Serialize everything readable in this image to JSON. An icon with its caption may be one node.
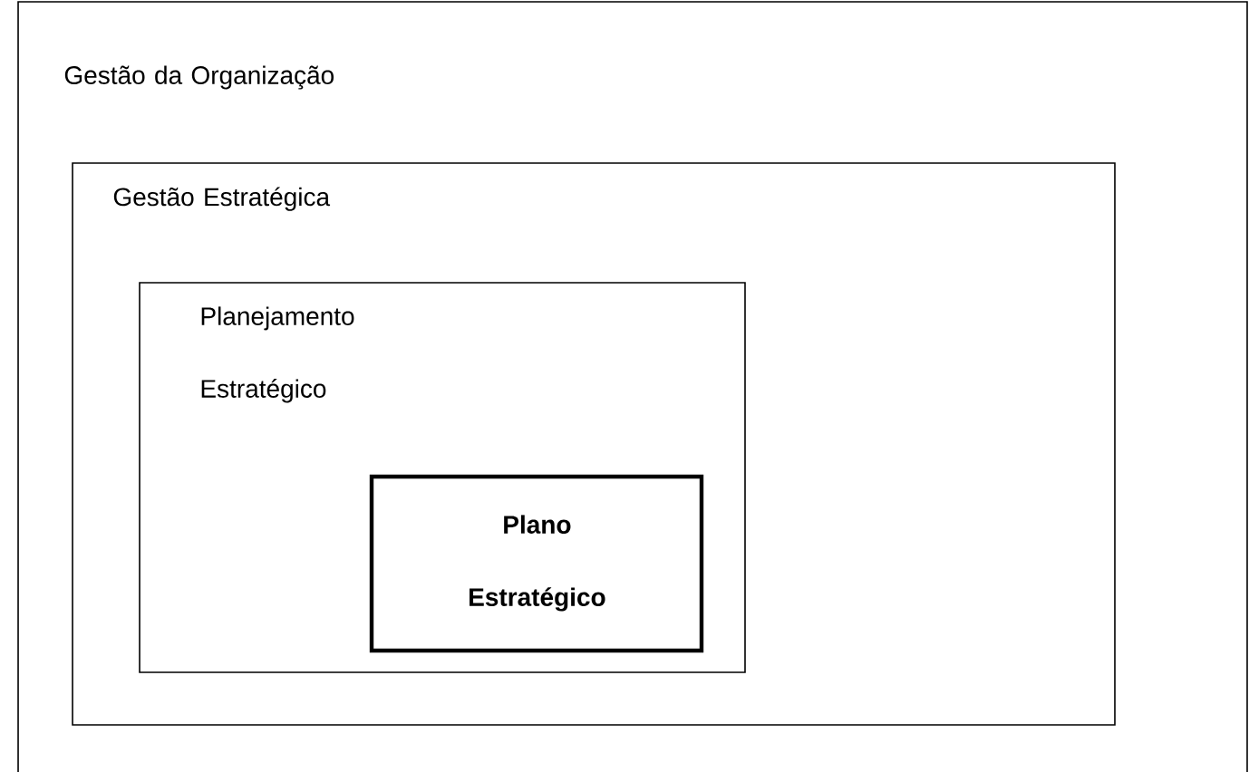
{
  "diagram": {
    "nodes": [
      {
        "text": [
          "Gestão da Organização"
        ]
      },
      {
        "text": [
          "Gestão Estratégica"
        ],
        "in": 0
      },
      {
        "text": [
          "Planejamento Estratégico"
        ],
        "in": 1
      },
      {
        "text": [
          "Plano Estratégico"
        ],
        "in": 2
      }
    ]
  }
}
